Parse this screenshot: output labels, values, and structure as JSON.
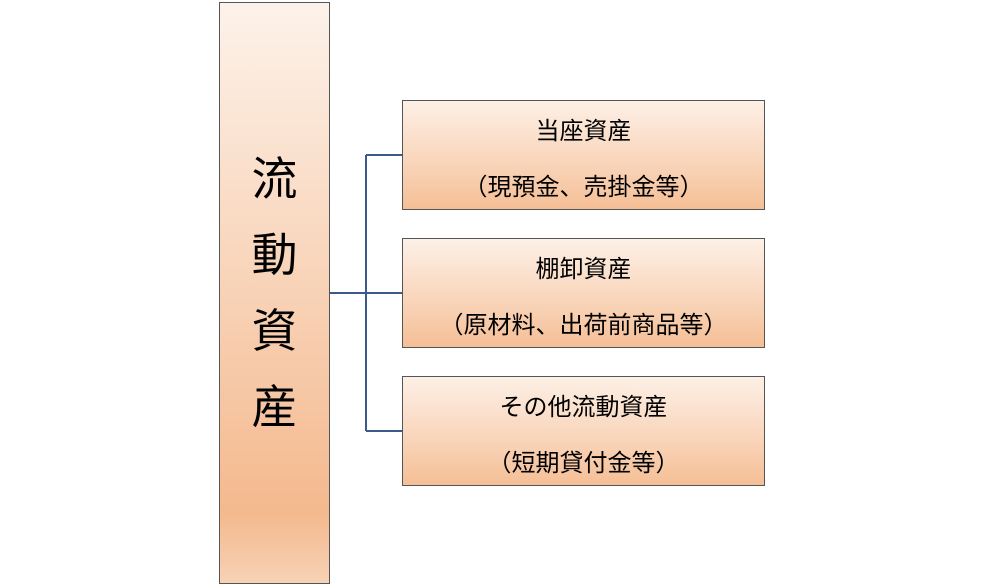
{
  "main": {
    "chars": [
      "流",
      "動",
      "資",
      "産"
    ]
  },
  "children": [
    {
      "title": "当座資産",
      "detail": "（現預金、売掛金等）"
    },
    {
      "title": "棚卸資産",
      "detail": "（原材料、出荷前商品等）"
    },
    {
      "title": "その他流動資産",
      "detail": "（短期貸付金等）"
    }
  ],
  "colors": {
    "connector": "#3a5a8c",
    "box_border": "#555555",
    "box_fill_light": "#fdf0e6",
    "box_fill_dark": "#f4b98e"
  }
}
